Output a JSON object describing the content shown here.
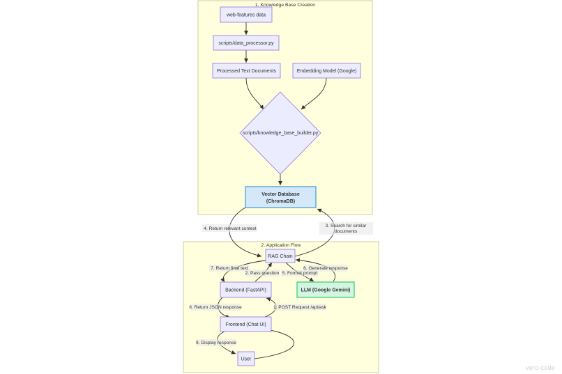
{
  "groups": {
    "kb": {
      "title": "1. Knowledge Base Creation"
    },
    "app": {
      "title": "2. Application Flow"
    }
  },
  "nodes": {
    "web_features": "web-features data",
    "data_processor": "scripts/data_processor.py",
    "processed_docs": "Processed Text Documents",
    "embedding_model": "Embedding Model (Google)",
    "kb_builder": "scripts/knowledge_base_builder.py",
    "vector_db_line1": "Vector Database",
    "vector_db_line2": "(ChromaDB)",
    "rag_chain": "RAG Chain",
    "backend": "Backend (FastAPI)",
    "llm": "LLM (Google Gemini)",
    "frontend": "Frontend (Chat UI)",
    "user": "User"
  },
  "edges": {
    "return_context": "4. Return relevant context",
    "search_line1": "3. Search for similar",
    "search_line2": "documents",
    "return_final": "7. Return final text",
    "pass_question": "2. Pass question",
    "generate_response": "6. Generate response",
    "format_prompt": "5. Format prompt",
    "return_json": "8. Return JSON response",
    "post_request": "1. POST Request /api/ask",
    "display_response": "9. Display response"
  },
  "watermark": "vero-code",
  "colors": {
    "cluster_fill": "#ffffde",
    "cluster_stroke": "#cccc99",
    "node_fill": "#ececff",
    "node_stroke": "#9370db",
    "db_fill": "#d5e8f9",
    "db_stroke": "#3a9ad9",
    "llm_fill": "#d5f5e3",
    "llm_stroke": "#2ecc71",
    "edge": "#333333",
    "label_bg": "#e8e8e8"
  }
}
